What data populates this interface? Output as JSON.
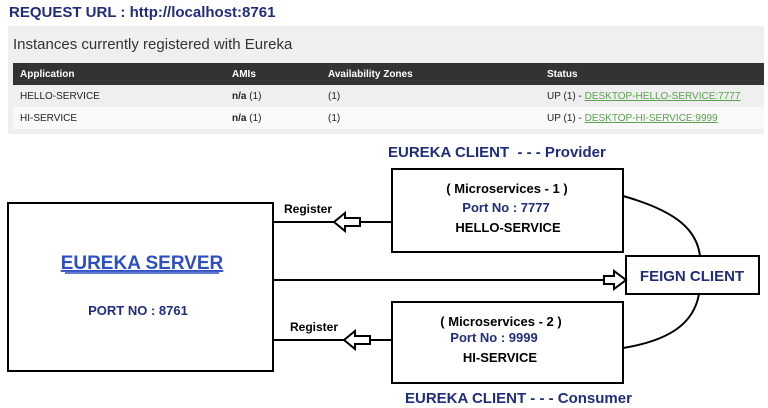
{
  "request_url": "REQUEST URL : http://localhost:8761",
  "eureka": {
    "heading": "Instances currently registered with Eureka",
    "columns": [
      "Application",
      "AMIs",
      "Availability Zones",
      "Status"
    ],
    "rows": [
      {
        "application": "HELLO-SERVICE",
        "amis_value": "n/a",
        "amis_count": "(1)",
        "zones": "(1)",
        "status_prefix": "UP (1) - ",
        "status_link": "DESKTOP-HELLO-SERVICE:7777"
      },
      {
        "application": "HI-SERVICE",
        "amis_value": "n/a",
        "amis_count": "(1)",
        "zones": "(1)",
        "status_prefix": "UP (1) - ",
        "status_link": "DESKTOP-HI-SERVICE:9999"
      }
    ]
  },
  "diagram": {
    "provider_caption": "EUREKA CLIENT  - - - Provider",
    "consumer_caption": "EUREKA CLIENT - - - Consumer",
    "server": {
      "title": "EUREKA SERVER",
      "port": "PORT NO : 8761"
    },
    "service1": {
      "title": "( Microservices - 1 )",
      "port": "Port No : 7777",
      "name": "HELLO-SERVICE"
    },
    "service2": {
      "title": "( Microservices - 2 )",
      "port": "Port No : 9999",
      "name": "HI-SERVICE"
    },
    "feign": "FEIGN CLIENT",
    "register_label_1": "Register",
    "register_label_2": "Register",
    "colors": {
      "heading_blue": "#1f2d7a",
      "server_link_blue": "#2e4fc2",
      "link_green": "#5aa24f",
      "table_header": "#333333"
    }
  }
}
